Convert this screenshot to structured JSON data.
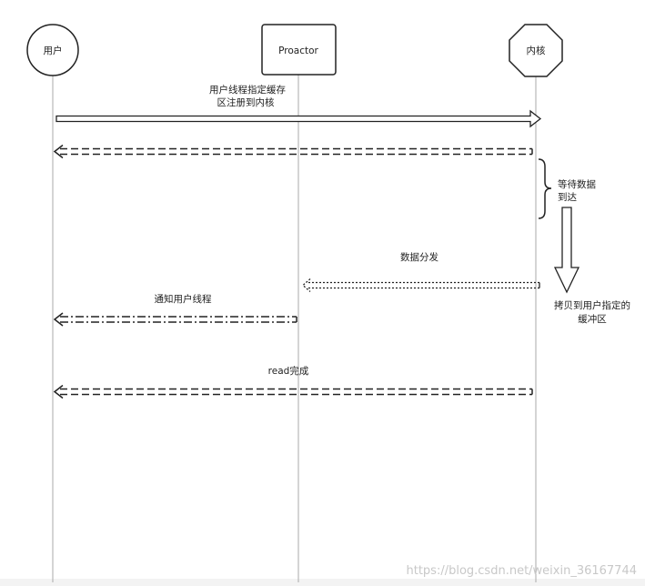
{
  "actors": {
    "user": "用户",
    "proactor": "Proactor",
    "kernel": "内核"
  },
  "messages": {
    "register_line1": "用户线程指定缓存",
    "register_line2": "区注册到内核",
    "wait_line1": "等待数据",
    "wait_line2": "到达",
    "dispatch": "数据分发",
    "copy_line1": "拷贝到用户指定的",
    "copy_line2": "缓冲区",
    "notify": "通知用户线程",
    "read_done": "read完成"
  },
  "watermark": "https://blog.csdn.net/weixin_36167744",
  "colors": {
    "line": "#222222",
    "lifeline": "#aaaaaa",
    "watermark": "#c8c8c8"
  }
}
